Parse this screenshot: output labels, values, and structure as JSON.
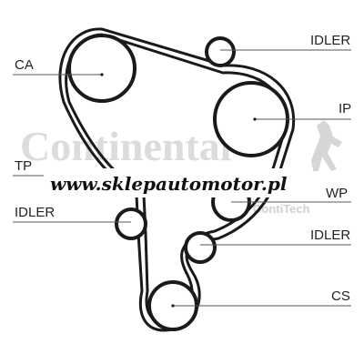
{
  "diagram": {
    "labels": {
      "ca": "CA",
      "idler_top": "IDLER",
      "ip": "IP",
      "tp": "TP",
      "wp": "WP",
      "idler_left": "IDLER",
      "idler_right": "IDLER",
      "cs": "CS"
    },
    "watermark": {
      "brand": "Continental",
      "sub": "ContiTech"
    },
    "banner": {
      "url": "www.sklepautomotor.pl"
    },
    "colors": {
      "belt": "#1a1a1a",
      "pulley_stroke": "#1a1a1a",
      "leader": "#555555",
      "watermark": "#dcdcdc",
      "background": "#ffffff"
    }
  }
}
